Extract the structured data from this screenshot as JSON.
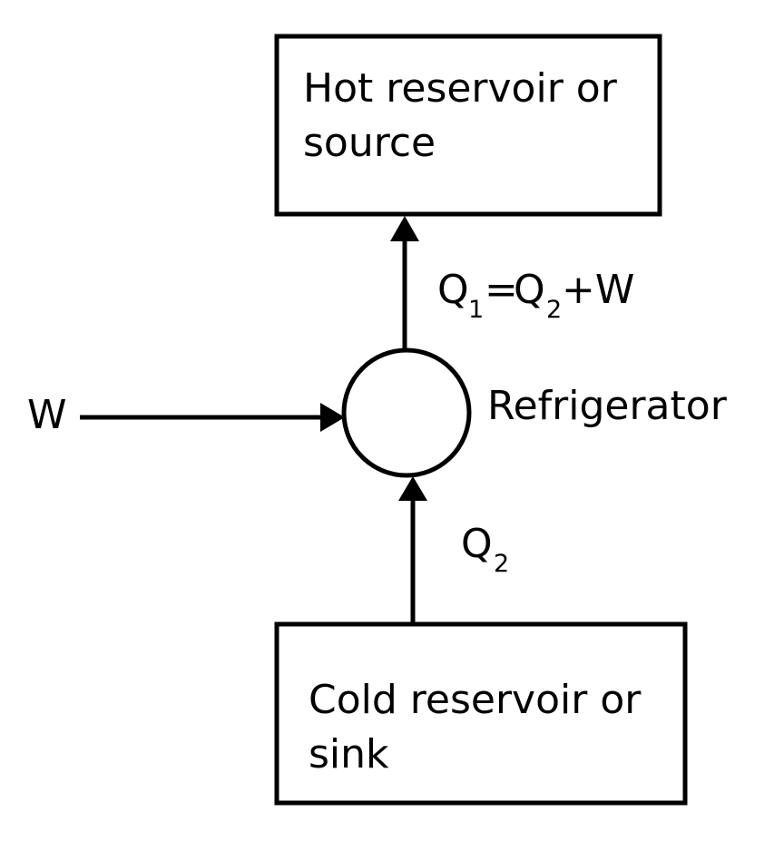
{
  "diagram": {
    "title": "Refrigerator (heat pump) energy flow",
    "colors": {
      "stroke": "#000000",
      "background": "#ffffff"
    },
    "hot_reservoir": {
      "line1": "Hot reservoir or",
      "line2": "source"
    },
    "cold_reservoir": {
      "line1": "Cold reservoir or",
      "line2": "sink"
    },
    "device": {
      "label": "Refrigerator"
    },
    "work_input": {
      "label": "W"
    },
    "heat_out": {
      "q1": "Q",
      "q1_sub": "1",
      "eq": "=",
      "q2": "Q",
      "q2_sub": "2",
      "plus_w": "+W"
    },
    "heat_in": {
      "q": "Q",
      "q_sub": "2"
    }
  }
}
